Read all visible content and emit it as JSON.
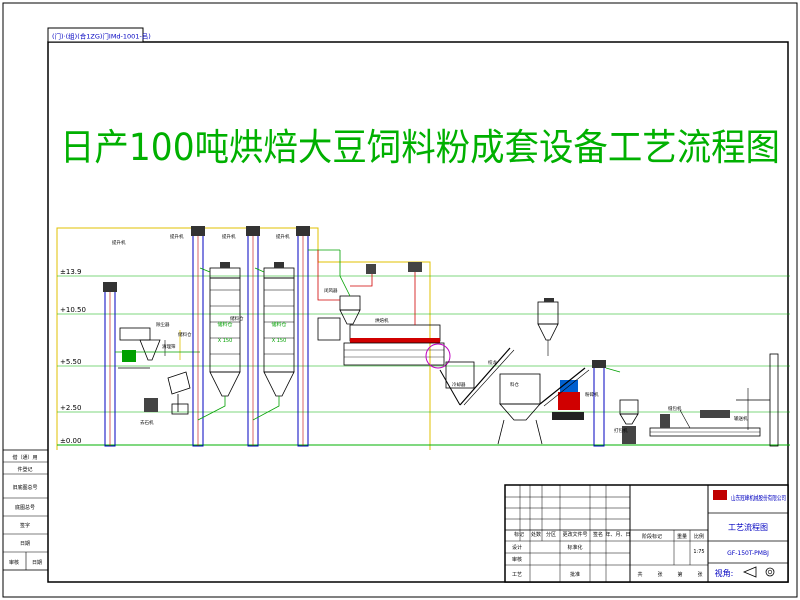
{
  "drawing": {
    "title": "日产100吨烘焙大豆饲料粉成套设备工艺流程图",
    "doc_code": "(门)·(组)(合1ZG)门IMd-1001-吕)",
    "colors": {
      "title": "#00b000",
      "frame": "#000000",
      "equipment": "#0000c0",
      "pipe": "#00a000",
      "heat": "#d00000",
      "grid": "#00b000",
      "level": "#e0c000",
      "highlight": "#c000c0"
    }
  },
  "levels": [
    "±13.9",
    "+10.50",
    "+5.50",
    "+2.50",
    "±0.00"
  ],
  "equipment_labels": [
    "提升机",
    "提升机",
    "提升机",
    "提升机",
    "除尘器",
    "清理筛",
    "去石机",
    "储料仓",
    "储料仓",
    "闭风器",
    "烘焙机",
    "冷却器",
    "粉碎机",
    "料仓",
    "绞龙",
    "打包机",
    "缝包机",
    "输送机"
  ],
  "silo_labels": {
    "a_name": "储料仓",
    "a_dim": "X 150",
    "b_name": "储料仓",
    "b_dim": "X 150"
  },
  "left_table": [
    "借（通）用",
    "件登记",
    "旧底图总号",
    "底图总号",
    "签字",
    "日期",
    "审核",
    "日期"
  ],
  "title_block": {
    "company": "山东冠峰机械股份有限公司",
    "drawing_name": "工艺流程图",
    "drawing_no": "GF-150T-PMBJ",
    "scale_value": "1:75",
    "view_label": "视角:",
    "headers": [
      "标记",
      "处数",
      "分区",
      "更改文件号",
      "签名",
      "年、月、日"
    ],
    "rows": [
      "设计",
      "标准化",
      "审核",
      "工艺",
      "批准"
    ],
    "stage_label": "阶段标记",
    "weight_label": "重量",
    "scale_label": "比例",
    "sheet_labels": [
      "共",
      "张",
      "第",
      "张"
    ]
  }
}
